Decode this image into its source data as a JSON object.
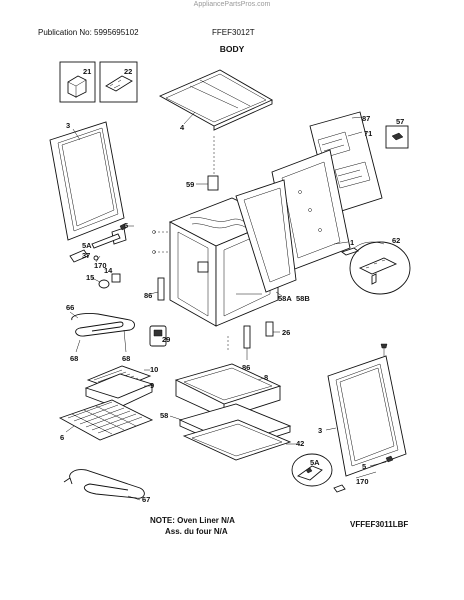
{
  "header": {
    "watermark": "AppliancePartsPros.com",
    "publication": "Publication No: 5995695102",
    "model": "FFEF3012T",
    "section_title": "BODY"
  },
  "footer": {
    "note_line1": "NOTE: Oven Liner N/A",
    "note_line2": "Ass. du four N/A",
    "diagram_code": "VFFEF3011LBF"
  },
  "callouts": {
    "p21": "21",
    "p22": "22",
    "p3a": "3",
    "p4": "4",
    "p87": "87",
    "p71": "71",
    "p57": "57",
    "p59": "59",
    "p5a": "5",
    "p5A_a": "5A",
    "p37": "37",
    "p170a": "170",
    "p15": "15",
    "p14": "14",
    "p1": "1",
    "p62": "62",
    "p86a": "86",
    "p58A": "58A",
    "p58B": "58B",
    "p66": "66",
    "p68a": "68",
    "p68b": "68",
    "p29": "29",
    "p26": "26",
    "p86b": "86",
    "p10": "10",
    "p9": "9",
    "p8": "8",
    "p6": "6",
    "p58": "58",
    "p42": "42",
    "p3b": "3",
    "p5A_b": "5A",
    "p5b": "5",
    "p170b": "170",
    "p67": "67"
  }
}
